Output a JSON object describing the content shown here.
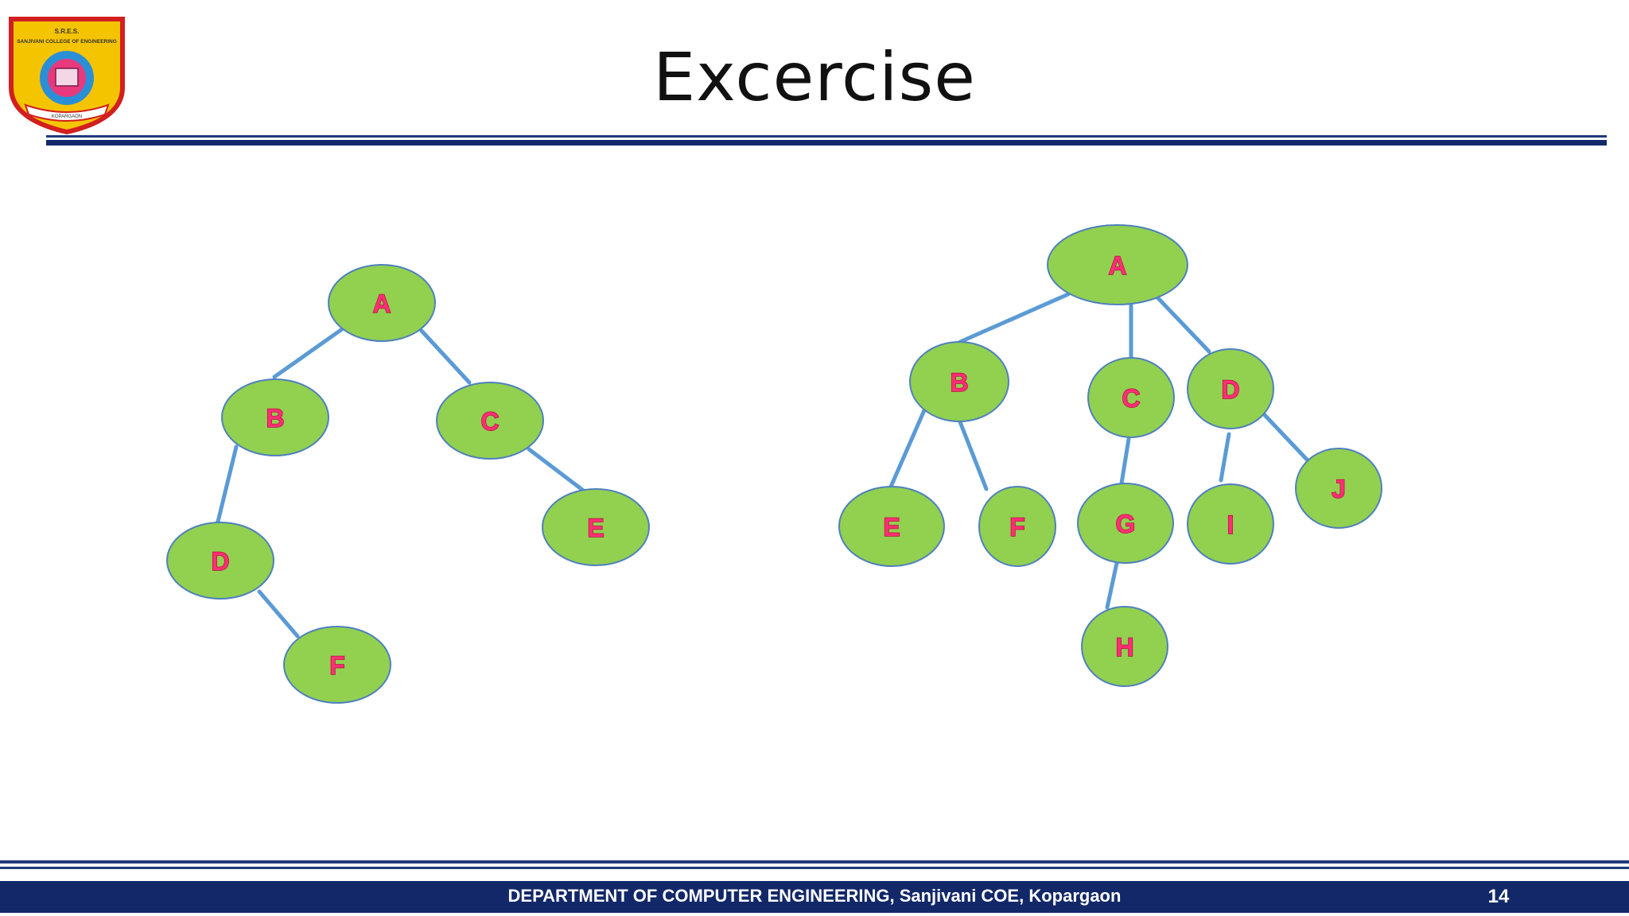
{
  "slide": {
    "title": "Excercise",
    "footer": "DEPARTMENT OF COMPUTER ENGINEERING,  Sanjivani COE, Kopargaon",
    "page_number": "14"
  },
  "logo": {
    "top_text": "S.R.E.S.",
    "name": "SANJIVANI COLLEGE OF ENGINEERING",
    "ribbon": "KOPARGAON"
  },
  "colors": {
    "node_fill": "#92d050",
    "node_stroke": "#4f81bd",
    "edge": "#5b9bd5",
    "label": "#ff2f73",
    "rule": "#1f3a7a"
  },
  "tree1": {
    "nodes": [
      "A",
      "B",
      "C",
      "D",
      "E",
      "F"
    ],
    "edges": [
      [
        "A",
        "B"
      ],
      [
        "A",
        "C"
      ],
      [
        "B",
        "D"
      ],
      [
        "C",
        "E"
      ],
      [
        "D",
        "F"
      ]
    ]
  },
  "tree2": {
    "nodes": [
      "A",
      "B",
      "C",
      "D",
      "E",
      "F",
      "G",
      "H",
      "I",
      "J"
    ],
    "edges": [
      [
        "A",
        "B"
      ],
      [
        "A",
        "C"
      ],
      [
        "A",
        "D"
      ],
      [
        "B",
        "E"
      ],
      [
        "B",
        "F"
      ],
      [
        "C",
        "G"
      ],
      [
        "G",
        "H"
      ],
      [
        "D",
        "I"
      ],
      [
        "D",
        "J"
      ]
    ]
  }
}
